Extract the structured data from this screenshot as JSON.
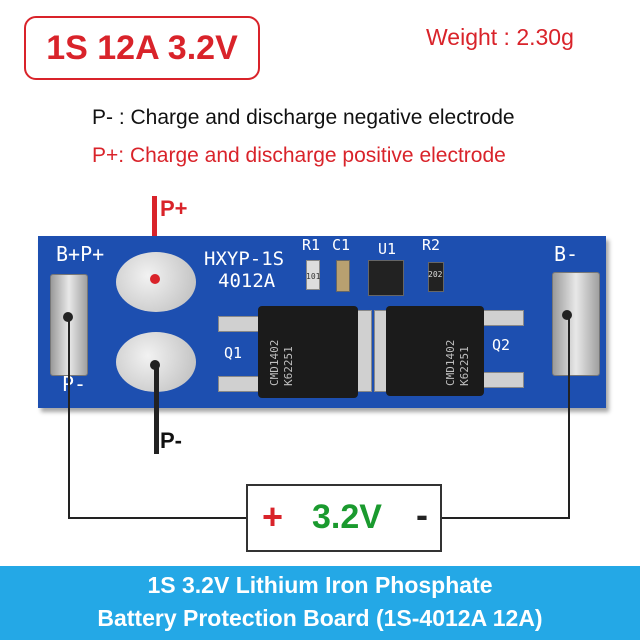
{
  "header": {
    "title": "1S 12A 3.2V",
    "weight": "Weight : 2.30g"
  },
  "legend": {
    "negative": "P- : Charge and discharge negative electrode",
    "positive": "P+: Charge and discharge positive electrode"
  },
  "board": {
    "label_bplus_pplus": "B+P+",
    "label_pminus": "P-",
    "label_bminus": "B-",
    "model_line1": "HXYP-1S",
    "model_line2": "4012A",
    "r1": "R1",
    "c1": "C1",
    "u1": "U1",
    "r2": "R2",
    "q1": "Q1",
    "q2": "Q2",
    "resistor1_code": "101",
    "resistor2_code": "202",
    "mosfet1_line1": "CMD1402",
    "mosfet1_line2": "K62251",
    "mosfet2_line1": "CMD1402",
    "mosfet2_line2": "K62251"
  },
  "terminals": {
    "p_plus": "P+",
    "p_minus": "P-"
  },
  "voltage": {
    "plus": "+",
    "value": "3.2V",
    "minus": "-"
  },
  "banner": {
    "line1": "1S 3.2V Lithium Iron Phosphate",
    "line2": "Battery Protection Board (1S-4012A 12A)"
  },
  "colors": {
    "accent_red": "#d9232a",
    "board_blue": "#1d4fb0",
    "voltage_green": "#1a9a2e",
    "banner_blue": "#24a8e6"
  }
}
